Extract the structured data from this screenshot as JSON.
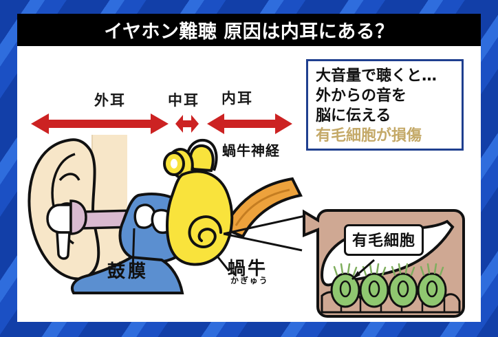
{
  "header": {
    "title": "イヤホン難聴  原因は内耳にある？"
  },
  "regions": [
    {
      "label": "外耳",
      "name": "outer-ear"
    },
    {
      "label": "中耳",
      "name": "middle-ear"
    },
    {
      "label": "内耳",
      "name": "inner-ear"
    }
  ],
  "callout": {
    "lines": [
      "大音量で聴くと…",
      "外からの音を",
      "脳に伝える"
    ],
    "highlight": "有毛細胞が損傷",
    "border_color": "#1f3f8f",
    "highlight_color": "#c4a968"
  },
  "diagram": {
    "labels": {
      "eardrum": "鼓膜",
      "cochlear_nerve": "蝸牛神経",
      "cochlea": "蝸牛",
      "cochlea_furigana": "かぎゅう"
    },
    "colors": {
      "arrow_red": "#cc2222",
      "ear_skin": "#f6e3c4",
      "canal_pink": "#d8b8cf",
      "middle_ear_blue": "#5b8fd0",
      "cochlea_yellow": "#f9e33c",
      "nerve_orange": "#eda23c",
      "hair_cell_green": "#8fc770",
      "inset_tan": "#cfa893"
    }
  },
  "inset": {
    "label": "有毛細胞",
    "hair_cell_count": 4
  },
  "background": {
    "base_color": "#1b4fc0",
    "stripe_dark": "#123fa8",
    "stripe_light": "#2f6ddd"
  }
}
